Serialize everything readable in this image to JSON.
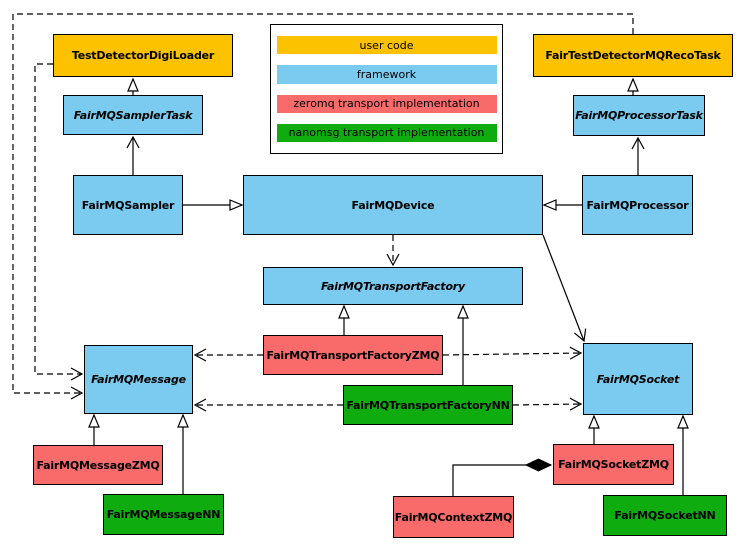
{
  "colors": {
    "user_code": "#FCC200",
    "framework": "#7BCBF0",
    "zeromq": "#F96B6B",
    "nanomsg": "#0FAC0F",
    "edge": "#000000",
    "background": "#FFFFFF"
  },
  "legend": {
    "items": [
      {
        "label": "user code",
        "color": "#FCC200"
      },
      {
        "label": "framework",
        "color": "#7BCBF0"
      },
      {
        "label": "zeromq transport implementation",
        "color": "#F96B6B"
      },
      {
        "label": "nanomsg transport implementation",
        "color": "#0FAC0F"
      }
    ]
  },
  "nodes": {
    "testDetectorDigiLoader": {
      "label": "TestDetectorDigiLoader"
    },
    "fairTestDetectorMQRecoTask": {
      "label": "FairTestDetectorMQRecoTask"
    },
    "fairMQSamplerTask": {
      "label": "FairMQSamplerTask"
    },
    "fairMQProcessorTask": {
      "label": "FairMQProcessorTask"
    },
    "fairMQSampler": {
      "label": "FairMQSampler"
    },
    "fairMQDevice": {
      "label": "FairMQDevice"
    },
    "fairMQProcessor": {
      "label": "FairMQProcessor"
    },
    "fairMQTransportFactory": {
      "label": "FairMQTransportFactory"
    },
    "fairMQTransportFactoryZMQ": {
      "label": "FairMQTransportFactoryZMQ"
    },
    "fairMQTransportFactoryNN": {
      "label": "FairMQTransportFactoryNN"
    },
    "fairMQMessage": {
      "label": "FairMQMessage"
    },
    "fairMQSocket": {
      "label": "FairMQSocket"
    },
    "fairMQMessageZMQ": {
      "label": "FairMQMessageZMQ"
    },
    "fairMQMessageNN": {
      "label": "FairMQMessageNN"
    },
    "fairMQSocketZMQ": {
      "label": "FairMQSocketZMQ"
    },
    "fairMQContextZMQ": {
      "label": "FairMQContextZMQ"
    },
    "fairMQSocketNN": {
      "label": "FairMQSocketNN"
    }
  },
  "edges": [
    {
      "from": "FairMQSamplerTask",
      "to": "TestDetectorDigiLoader",
      "type": "generalization"
    },
    {
      "from": "FairMQProcessorTask",
      "to": "FairTestDetectorMQRecoTask",
      "type": "generalization"
    },
    {
      "from": "FairMQSampler",
      "to": "FairMQDevice",
      "type": "generalization"
    },
    {
      "from": "FairMQProcessor",
      "to": "FairMQDevice",
      "type": "generalization"
    },
    {
      "from": "FairMQSampler",
      "to": "FairMQSamplerTask",
      "type": "association"
    },
    {
      "from": "FairMQProcessor",
      "to": "FairMQProcessorTask",
      "type": "association"
    },
    {
      "from": "FairMQDevice",
      "to": "FairMQSocket",
      "type": "association"
    },
    {
      "from": "FairMQDevice",
      "to": "FairMQTransportFactory",
      "type": "dependency"
    },
    {
      "from": "TestDetectorDigiLoader",
      "to": "FairMQMessage",
      "type": "dependency"
    },
    {
      "from": "FairTestDetectorMQRecoTask",
      "to": "FairMQMessage",
      "type": "dependency"
    },
    {
      "from": "FairMQTransportFactoryZMQ",
      "to": "FairMQTransportFactory",
      "type": "generalization"
    },
    {
      "from": "FairMQTransportFactoryNN",
      "to": "FairMQTransportFactory",
      "type": "generalization"
    },
    {
      "from": "FairMQTransportFactoryZMQ",
      "to": "FairMQMessage",
      "type": "dependency"
    },
    {
      "from": "FairMQTransportFactoryZMQ",
      "to": "FairMQSocket",
      "type": "dependency"
    },
    {
      "from": "FairMQTransportFactoryNN",
      "to": "FairMQMessage",
      "type": "dependency"
    },
    {
      "from": "FairMQTransportFactoryNN",
      "to": "FairMQSocket",
      "type": "dependency"
    },
    {
      "from": "FairMQMessageZMQ",
      "to": "FairMQMessage",
      "type": "generalization"
    },
    {
      "from": "FairMQMessageNN",
      "to": "FairMQMessage",
      "type": "generalization"
    },
    {
      "from": "FairMQSocketZMQ",
      "to": "FairMQSocket",
      "type": "generalization"
    },
    {
      "from": "FairMQSocketNN",
      "to": "FairMQSocket",
      "type": "generalization"
    },
    {
      "from": "FairMQContextZMQ",
      "to": "FairMQSocketZMQ",
      "type": "composition"
    }
  ]
}
